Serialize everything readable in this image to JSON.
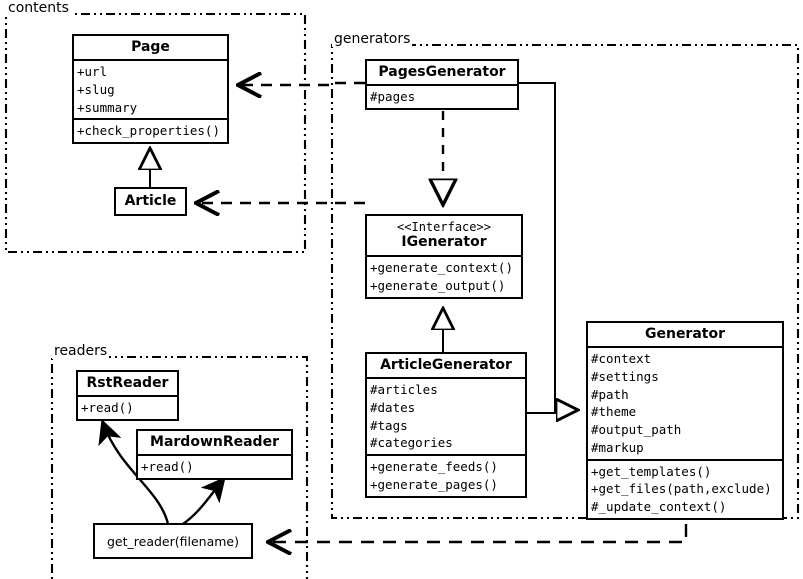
{
  "diagram": {
    "title": "UML class diagram",
    "packages": [
      {
        "name": "contents",
        "label": "contents"
      },
      {
        "name": "generators",
        "label": "generators"
      },
      {
        "name": "readers",
        "label": "readers"
      }
    ]
  },
  "classes": {
    "page": {
      "name": "Page",
      "attributes": [
        "+url",
        "+slug",
        "+summary"
      ],
      "methods": [
        "+check_properties()"
      ]
    },
    "article": {
      "name": "Article",
      "attributes": [],
      "methods": []
    },
    "pages_generator": {
      "name": "PagesGenerator",
      "attributes": [
        "#pages"
      ],
      "methods": []
    },
    "igenerator": {
      "stereotype": "<<Interface>>",
      "name": "IGenerator",
      "attributes": [],
      "methods": [
        "+generate_context()",
        "+generate_output()"
      ]
    },
    "article_generator": {
      "name": "ArticleGenerator",
      "attributes": [
        "#articles",
        "#dates",
        "#tags",
        "#categories"
      ],
      "methods": [
        "+generate_feeds()",
        "+generate_pages()"
      ]
    },
    "generator": {
      "name": "Generator",
      "attributes": [
        "#context",
        "#settings",
        "#path",
        "#theme",
        "#output_path",
        "#markup"
      ],
      "methods": [
        "+get_templates()",
        "+get_files(path,exclude)",
        "#_update_context()"
      ]
    },
    "rst_reader": {
      "name": "RstReader",
      "attributes": [],
      "methods": [
        "+read()"
      ]
    },
    "mardown_reader": {
      "name": "MardownReader",
      "attributes": [],
      "methods": [
        "+read()"
      ]
    },
    "get_reader": {
      "name": "get_reader(filename)"
    }
  },
  "relations": [
    {
      "kind": "generalization",
      "from": "Article",
      "to": "Page",
      "style": "solid-hollow-triangle"
    },
    {
      "kind": "realization",
      "from": "PagesGenerator",
      "to": "IGenerator",
      "style": "dashed-hollow-triangle"
    },
    {
      "kind": "generalization",
      "from": "ArticleGenerator",
      "to": "IGenerator",
      "style": "solid-hollow-triangle"
    },
    {
      "kind": "generalization",
      "from": "PagesGenerator",
      "to": "Generator",
      "style": "solid-hollow-triangle"
    },
    {
      "kind": "generalization",
      "from": "ArticleGenerator",
      "to": "Generator",
      "style": "solid-hollow-triangle"
    },
    {
      "kind": "dependency",
      "from": "PagesGenerator",
      "to": "Page",
      "style": "dashed-open-arrow"
    },
    {
      "kind": "dependency",
      "from": "ArticleGenerator",
      "to": "Article",
      "style": "dashed-open-arrow"
    },
    {
      "kind": "dependency",
      "from": "Generator",
      "to": "get_reader",
      "style": "dashed-open-arrow"
    },
    {
      "kind": "association",
      "from": "get_reader",
      "to": "RstReader",
      "style": "curved-solid-arrow"
    },
    {
      "kind": "association",
      "from": "get_reader",
      "to": "MardownReader",
      "style": "curved-solid-arrow"
    }
  ],
  "colors": {
    "stroke": "#000000",
    "fill": "#ffffff"
  }
}
